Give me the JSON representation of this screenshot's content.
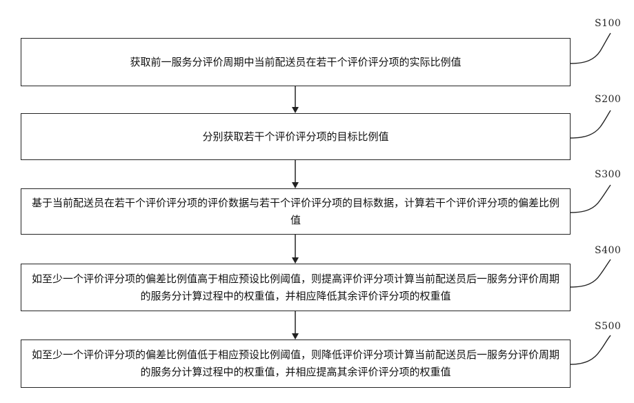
{
  "steps": [
    {
      "label": "S100",
      "text": "获取前一服务分评价周期中当前配送员在若干个评价评分项的实际比例值"
    },
    {
      "label": "S200",
      "text": "分别获取若干个评价评分项的目标比例值"
    },
    {
      "label": "S300",
      "text": "基于当前配送员在若干个评价评分项的评价数据与若干个评价评分项的目标数据，计算若干个评价评分项的偏差比例值"
    },
    {
      "label": "S400",
      "text": "如至少一个评价评分项的偏差比例值高于相应预设比例阈值，则提高评价评分项计算当前配送员后一服务分评价周期的服务分计算过程中的权重值，并相应降低其余评价评分项的权重值"
    },
    {
      "label": "S500",
      "text": "如至少一个评价评分项的偏差比例值低于相应预设比例阈值，则降低评价评分项计算当前配送员后一服务分评价周期的服务分计算过程中的权重值，并相应提高其余评价评分项的权重值"
    }
  ]
}
